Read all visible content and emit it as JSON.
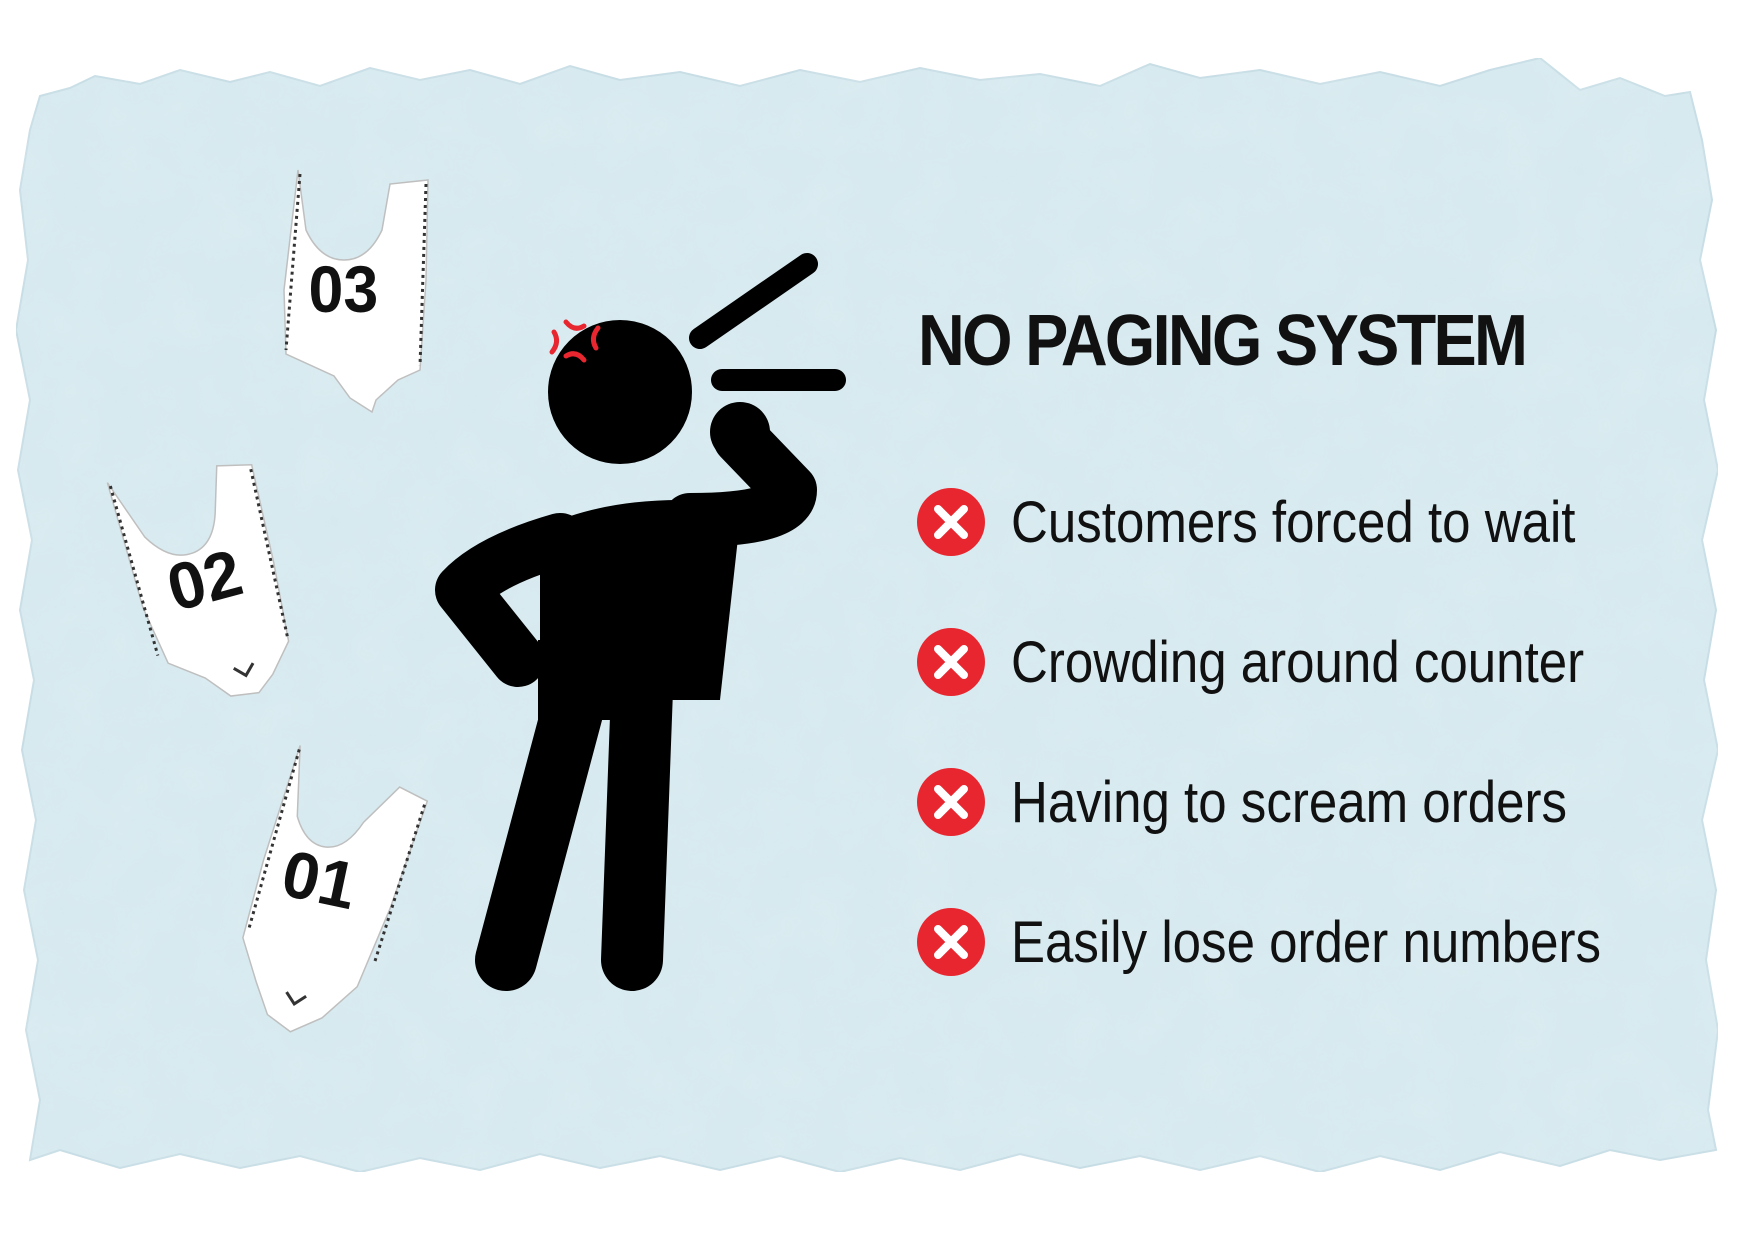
{
  "title": "NO PAGING SYSTEM",
  "issues": [
    {
      "text": "Customers forced to wait",
      "icon": "red-x-circle-icon"
    },
    {
      "text": "Crowding around counter",
      "icon": "red-x-circle-icon"
    },
    {
      "text": "Having to scream orders",
      "icon": "red-x-circle-icon"
    },
    {
      "text": "Easily lose order numbers",
      "icon": "red-x-circle-icon"
    }
  ],
  "tickets": [
    {
      "number": "03"
    },
    {
      "number": "02"
    },
    {
      "number": "01"
    }
  ],
  "colors": {
    "paper": "#d6e9ef",
    "accent_red": "#e8262f",
    "ink": "#111111",
    "ticket": "#ffffff"
  },
  "illustration": {
    "figure": "angry-person-icon",
    "anger_mark": "anger-symbol-icon",
    "shout_lines": "shout-lines-icon"
  }
}
